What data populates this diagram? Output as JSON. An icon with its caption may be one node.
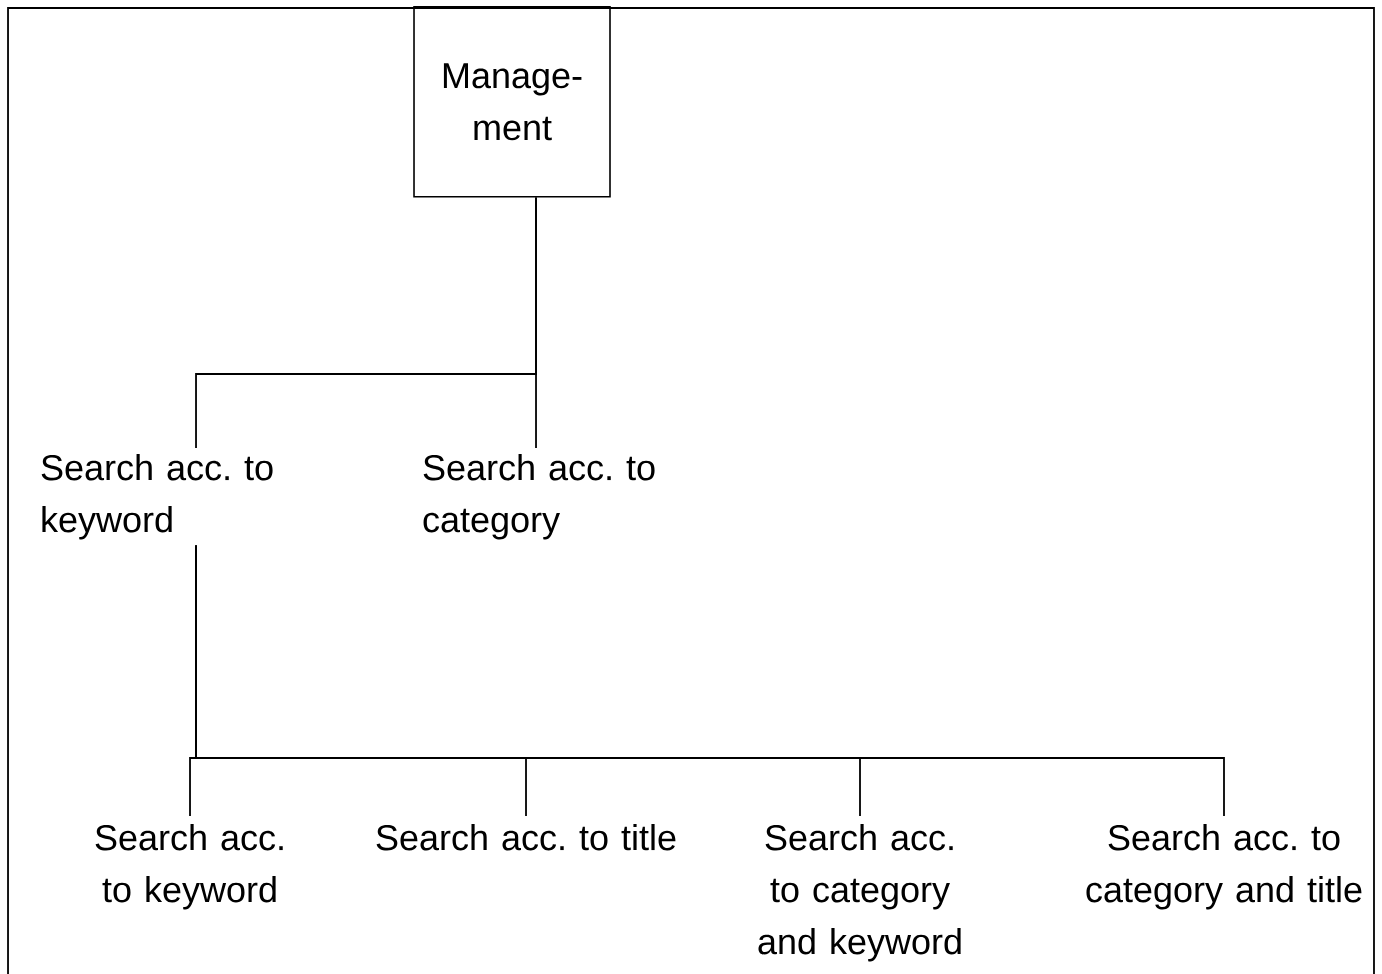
{
  "diagram": {
    "nodes": [
      {
        "text": [
          "Manage- ment"
        ]
      },
      {
        "text": [
          "Search acc. to keyword"
        ]
      },
      {
        "text": [
          "Search acc. to category"
        ]
      },
      {
        "text": [
          "Search acc. to keyword"
        ]
      },
      {
        "text": [
          "Search acc. to title"
        ]
      },
      {
        "text": [
          "Search acc. to category and keyword"
        ]
      },
      {
        "text": [
          "Search acc. to category and title"
        ]
      }
    ],
    "edges": [
      {
        "from": 0,
        "to": 1,
        "arrow": "none"
      },
      {
        "from": 0,
        "to": 2,
        "arrow": "none"
      },
      {
        "from": 1,
        "to": 3,
        "arrow": "none"
      },
      {
        "from": 1,
        "to": 4,
        "arrow": "none"
      },
      {
        "from": 1,
        "to": 5,
        "arrow": "none"
      },
      {
        "from": 1,
        "to": 6,
        "arrow": "none"
      }
    ]
  }
}
